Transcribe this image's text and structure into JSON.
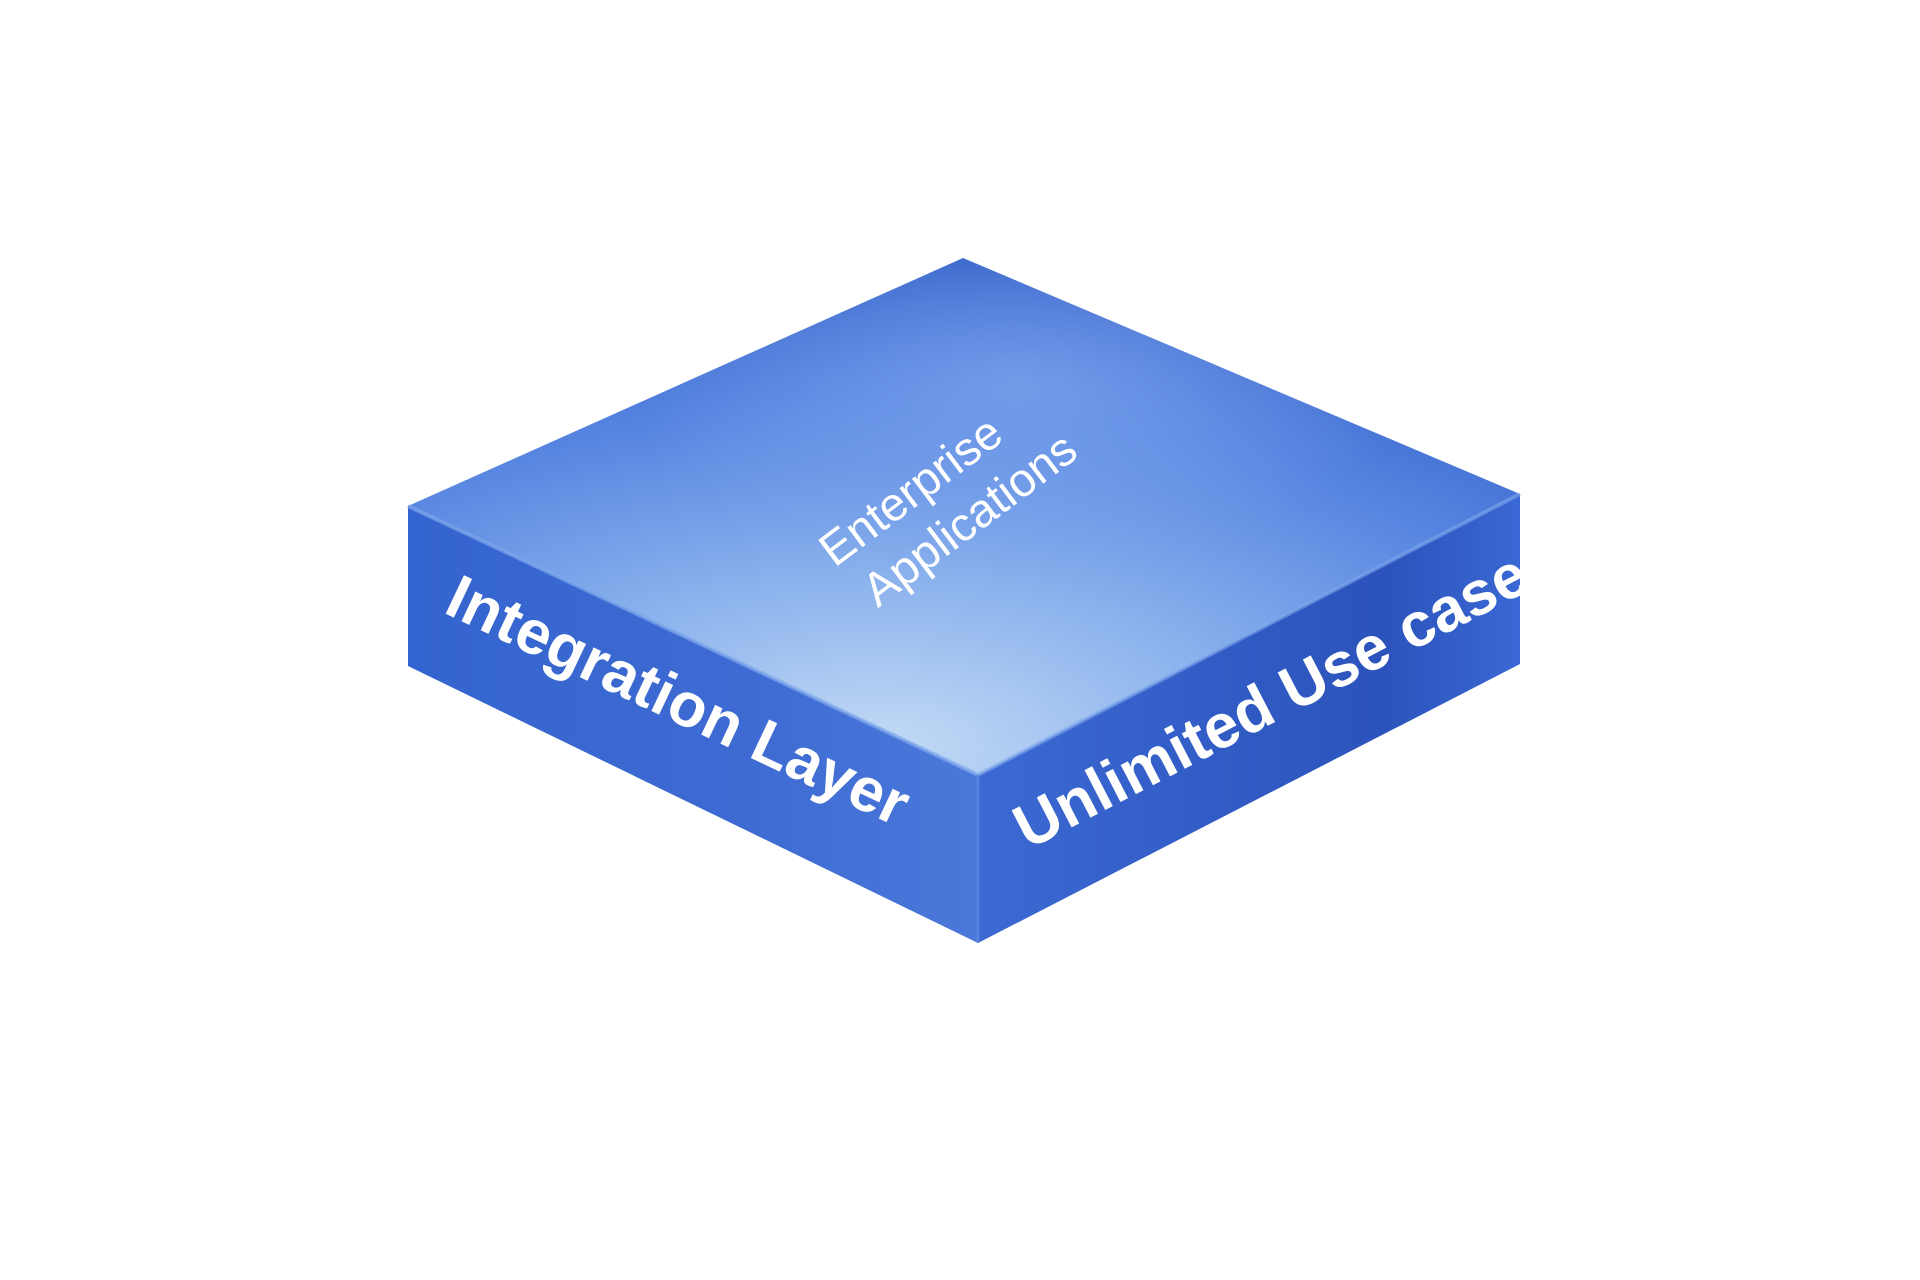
{
  "block": {
    "top_label_line1": "Enterprise",
    "top_label_line2": "Applications",
    "left_label": "Integration Layer",
    "right_label": "Unlimited Use case"
  },
  "colors": {
    "background": "#ffffff",
    "top_face_light": "#b9d4f3",
    "top_face_mid": "#6a97e6",
    "top_face_dark": "#2f5cc6",
    "side_face_left": "#3b67d0",
    "side_face_right": "#2d55bd",
    "label_text": "#ffffff"
  }
}
